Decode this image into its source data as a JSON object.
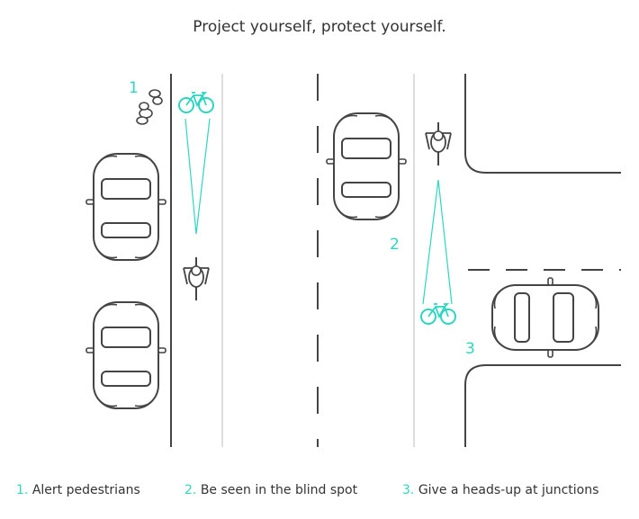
{
  "title": "Project yourself, protect yourself.",
  "markers": {
    "m1": "1",
    "m2": "2",
    "m3": "3"
  },
  "legend": [
    {
      "num": "1.",
      "text": "Alert pedestrians"
    },
    {
      "num": "2.",
      "text": "Be seen in the blind spot"
    },
    {
      "num": "3.",
      "text": "Give a heads-up at junctions"
    }
  ],
  "colors": {
    "accent": "#2ed5be",
    "line": "#444444",
    "light_line": "#c8c8c8"
  },
  "icons": [
    "pedestrian-icon",
    "bicycle-icon",
    "car-icon",
    "cyclist-icon"
  ]
}
